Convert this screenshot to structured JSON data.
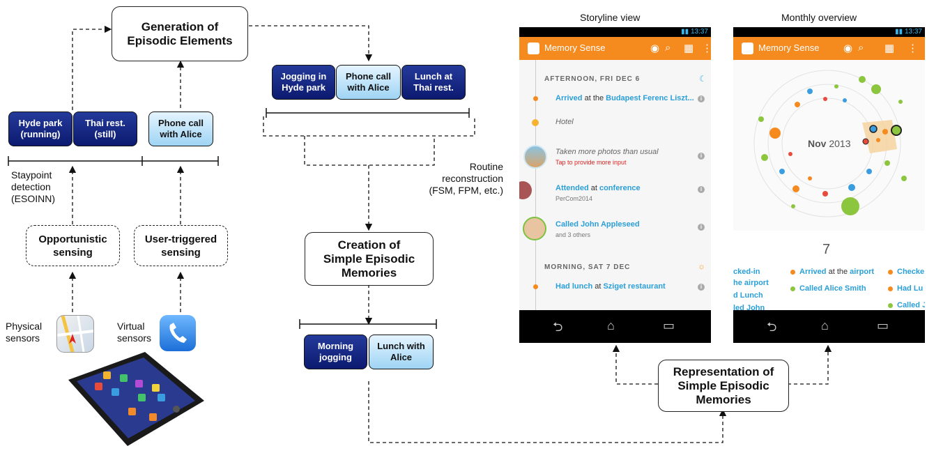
{
  "nodes": {
    "generation": "Generation of\nEpisodic Elements",
    "creation": "Creation of\nSimple Episodic\nMemories",
    "representation": "Representation of\nSimple Episodic\nMemories",
    "opportunistic": "Opportunistic\nsensing",
    "user_triggered": "User-triggered\nsensing"
  },
  "chips": {
    "hyde_park": "Hyde park\n(running)",
    "thai_rest": "Thai rest.\n(still)",
    "phone_call_left": "Phone call\nwith Alice",
    "jogging": "Jogging in\nHyde park",
    "phone_call_mid": "Phone call\nwith Alice",
    "lunch_thai": "Lunch at\nThai rest.",
    "morning_jogging": "Morning\njogging",
    "lunch_alice": "Lunch with\nAlice"
  },
  "labels": {
    "staypoint": "Staypoint\ndetection\n(ESOINN)",
    "routine": "Routine\nreconstruction\n(FSM, FPM, etc.)",
    "physical": "Physical\nsensors",
    "virtual": "Virtual\nsensors",
    "storyline_caption": "Storyline view",
    "monthly_caption": "Monthly overview"
  },
  "phone_storyline": {
    "time": "13:37",
    "app_title": "Memory Sense",
    "header1": "AFTERNOON, FRI DEC 6",
    "items": [
      {
        "pre": "",
        "b1": "Arrived",
        "mid": " at the ",
        "b2": "Budapest Ferenc Liszt..."
      },
      {
        "pre": "Hotel",
        "b1": "",
        "mid": "",
        "b2": ""
      },
      {
        "pre": "Taken more photos than usual",
        "b1": "",
        "mid": "",
        "b2": ""
      },
      {
        "pre": "",
        "b1": "Attended",
        "mid": " at ",
        "b2": "conference"
      },
      {
        "pre": "",
        "b1": "Called John Appleseed",
        "mid": "",
        "b2": ""
      }
    ],
    "sub_photo": "Tap to provide more input",
    "sub_conf": "PerCom2014",
    "sub_called": "and 3 others",
    "header2": "MORNING, SAT 7 DEC",
    "last_item_b1": "Had lunch",
    "last_item_mid": " at ",
    "last_item_b2": "Sziget restaurant"
  },
  "phone_monthly": {
    "time": "13:37",
    "app_title": "Memory Sense",
    "month": "Nov",
    "year": "2013",
    "day": "7",
    "col_left": [
      "cked-in",
      "he airport",
      "d Lunch",
      "led John"
    ],
    "col_mid_1_b": "Arrived",
    "col_mid_1_mid": " at the ",
    "col_mid_1_b2": "airport",
    "col_mid_2": "Called Alice Smith",
    "col_right": [
      "Checke",
      "Had Lu",
      "Called J"
    ]
  },
  "colors": {
    "orange": "#f58a1f",
    "blue_text": "#2a9fd8",
    "chip_dark": "#13237f",
    "chip_light": "#bfe4fa"
  }
}
